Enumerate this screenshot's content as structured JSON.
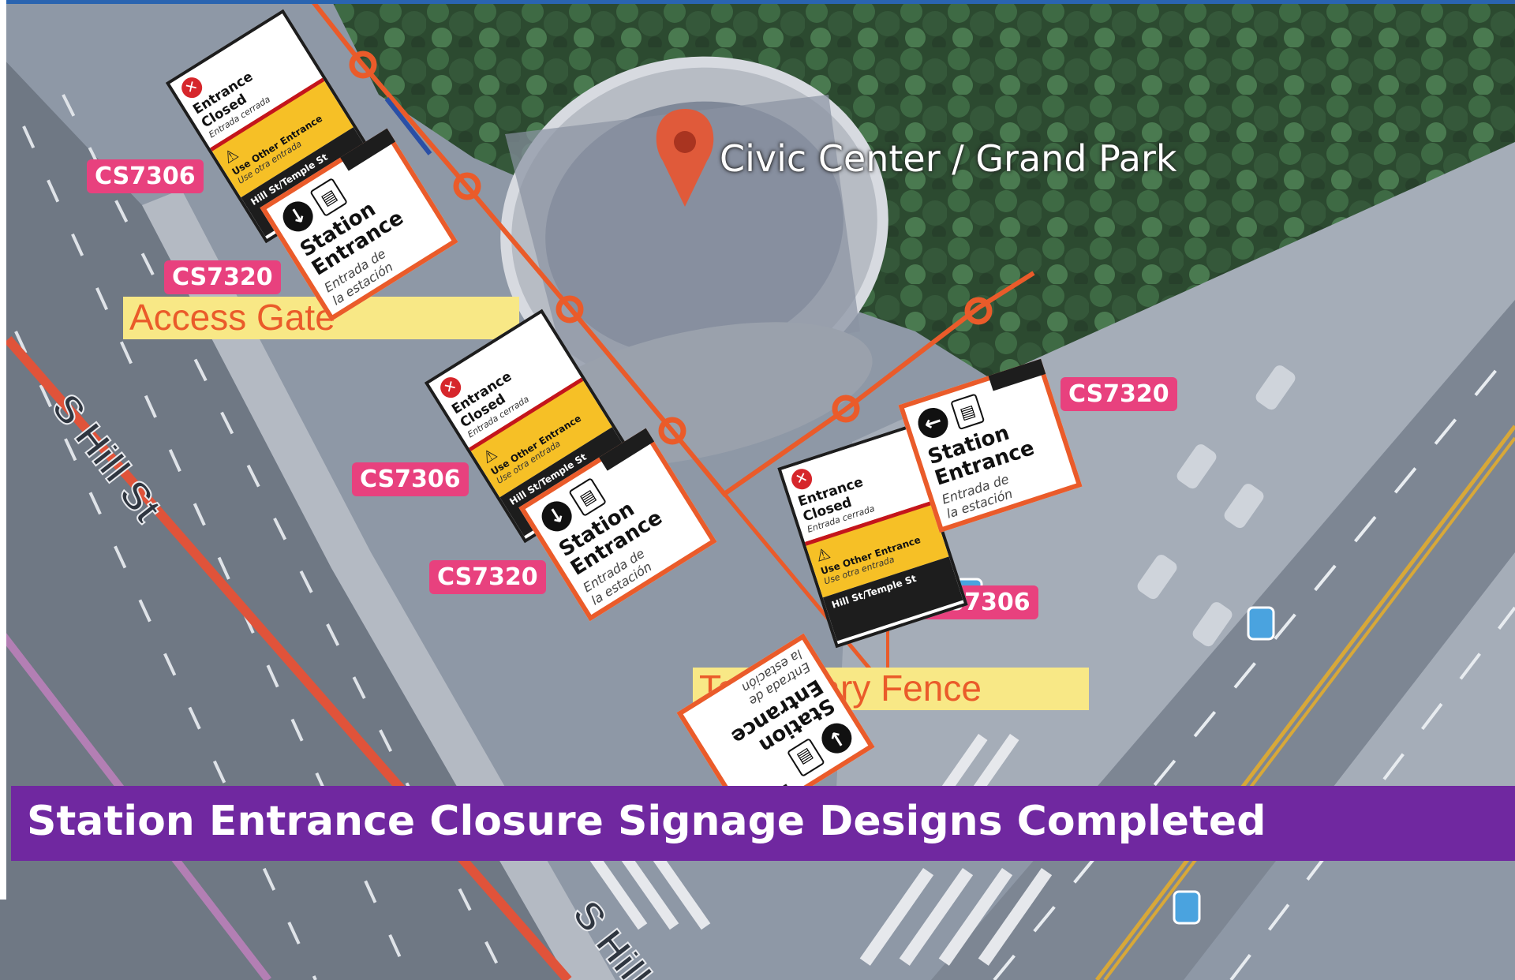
{
  "map": {
    "poi_label": "Civic Center / Grand Park",
    "streets": [
      "S Hill St",
      "S Hill"
    ],
    "fence_labels": {
      "access_gate": "Access Gate",
      "temporary_fence": "Temporary Fence"
    },
    "sign_codes": [
      "CS7306",
      "CS7320",
      "CS7306",
      "CS7320",
      "CS7320",
      "CS7306"
    ],
    "colors": {
      "route_line": "#ea5b2a",
      "sign_tag": "#e8417e",
      "fence_label_bg": "#f8e886",
      "caption_bg": "#7028a0",
      "pin": "#e05a3a"
    }
  },
  "signs": {
    "closed": {
      "title": "Entrance Closed",
      "title_es": "Entrada cerrada",
      "use_other": "Use Other Entrance",
      "use_other_es": "Use otra entrada",
      "location": "Hill St/Temple St"
    },
    "entrance": {
      "title_line1": "Station",
      "title_line2": "Entrance",
      "sub_line1": "Entrada de",
      "sub_line2": "la estación"
    }
  },
  "caption": "Station Entrance Closure Signage Designs Completed"
}
